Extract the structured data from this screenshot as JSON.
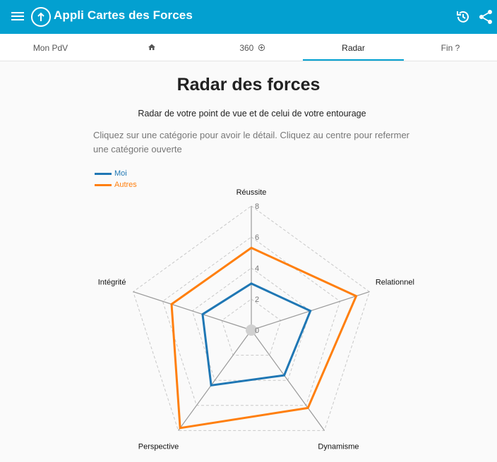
{
  "app": {
    "title": "Appli Cartes des Forces"
  },
  "icons": {
    "menu": "menu-icon",
    "logo": "arrow-up-circle-icon",
    "history": "history-icon",
    "share": "share-icon",
    "home": "home-icon",
    "add": "add-circle-icon"
  },
  "tabs": [
    {
      "label": "Mon PdV"
    },
    {
      "label": ""
    },
    {
      "label": "360"
    },
    {
      "label": "Radar"
    },
    {
      "label": "Fin ?"
    }
  ],
  "active_tab": "Radar",
  "page": {
    "title": "Radar des forces",
    "subtitle": "Radar de votre point de vue et de celui de votre entourage",
    "hint": "Cliquez sur une catégorie pour avoir le détail. Cliquez au centre pour refermer une catégorie ouverte"
  },
  "colors": {
    "primary": "#03a0d0",
    "moi": "#1f77b4",
    "autres": "#ff7f0e"
  },
  "chart_data": {
    "type": "radar",
    "axes": [
      "Réussite",
      "Relationnel",
      "Dynamisme",
      "Perspective",
      "Intégrité"
    ],
    "ticks": [
      "0",
      "2",
      "4",
      "6",
      "8"
    ],
    "range": [
      0,
      8
    ],
    "series": [
      {
        "name": "Moi",
        "values": [
          3,
          4,
          3.6,
          4.4,
          3.3
        ]
      },
      {
        "name": "Autres",
        "values": [
          5.3,
          7.1,
          6.2,
          7.8,
          5.4
        ]
      }
    ],
    "legend": "top-left"
  }
}
